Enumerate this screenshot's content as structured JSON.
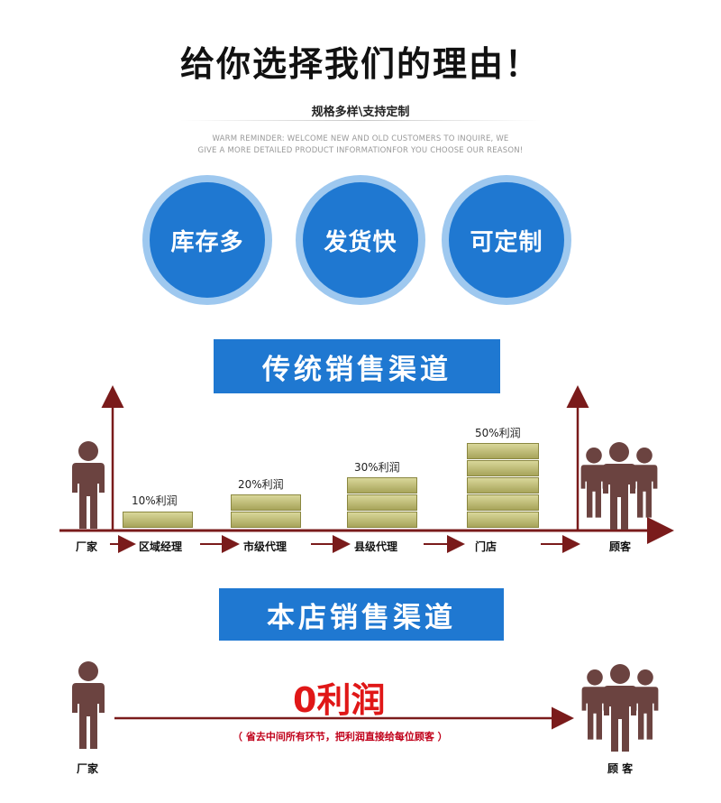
{
  "header": {
    "title": "给你选择我们的理由！",
    "subtitle": "规格多样\\支持定制",
    "warm_line1": "WARM REMINDER: WELCOME NEW AND OLD CUSTOMERS TO INQUIRE, WE",
    "warm_line2": "GIVE A MORE DETAILED PRODUCT INFORMATIONFOR YOU CHOOSE OUR REASON!"
  },
  "features": [
    "库存多",
    "发货快",
    "可定制"
  ],
  "traditional": {
    "banner": "传统销售渠道",
    "stages": [
      "厂家",
      "区域经理",
      "市级代理",
      "县级代理",
      "门店",
      "顾客"
    ],
    "profits": [
      "10%利润",
      "20%利润",
      "30%利润",
      "50%利润"
    ],
    "profit_percent": [
      10,
      20,
      30,
      50
    ]
  },
  "ours": {
    "banner": "本店销售渠道",
    "zero_profit": "0利润",
    "note": "（ 省去中间所有环节，把利润直接给每位顾客 ）",
    "from": "厂家",
    "to": "顾 客"
  },
  "colors": {
    "blue": "#1f78d1",
    "arrow": "#7a1b1b",
    "person": "#6b4340",
    "red": "#e01717"
  }
}
